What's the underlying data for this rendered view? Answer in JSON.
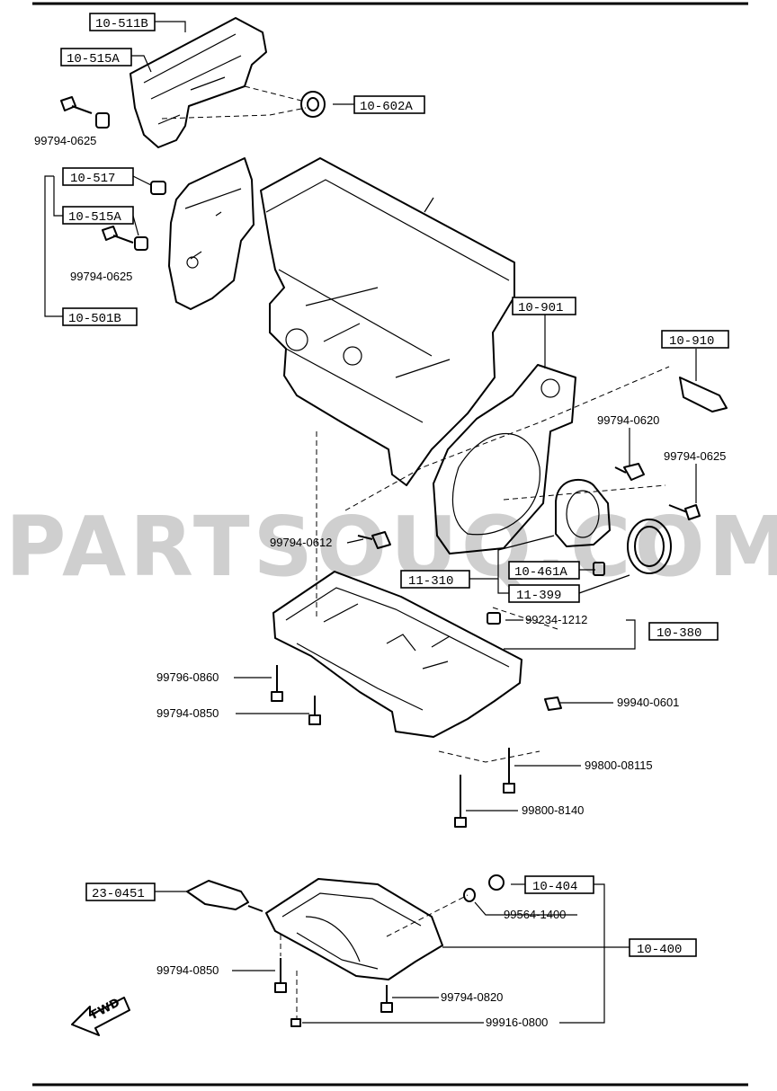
{
  "boxed_parts": {
    "b_10_511B": "10-511B",
    "b_10_515A_top": "10-515A",
    "b_10_602A": "10-602A",
    "b_10_517": "10-517",
    "b_10_515A_mid": "10-515A",
    "b_10_501B": "10-501B",
    "b_10_901": "10-901",
    "b_10_910": "10-910",
    "b_11_310": "11-310",
    "b_10_461A": "10-461A",
    "b_11_399": "11-399",
    "b_10_380": "10-380",
    "b_23_0451": "23-0451",
    "b_10_404": "10-404",
    "b_10_400": "10-400"
  },
  "part_numbers": {
    "p_99794_0625_a": "99794-0625",
    "p_99794_0625_b": "99794-0625",
    "p_99794_0620": "99794-0620",
    "p_99794_0625_c": "99794-0625",
    "p_99794_0612": "99794-0612",
    "p_99234_1212": "99234-1212",
    "p_99796_0860": "99796-0860",
    "p_99794_0850_a": "99794-0850",
    "p_99940_0601": "99940-0601",
    "p_99800_08115": "99800-08115",
    "p_99800_8140": "99800-8140",
    "p_99564_1400": "99564-1400",
    "p_99794_0850_b": "99794-0850",
    "p_99794_0820": "99794-0820",
    "p_99916_0800": "99916-0800"
  },
  "watermark": "PARTSOUQ.COM",
  "fwd_label": "FWD"
}
